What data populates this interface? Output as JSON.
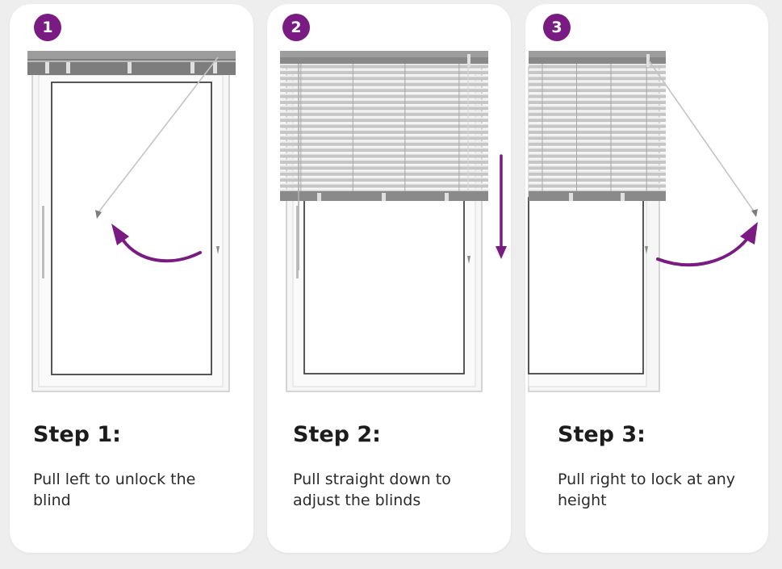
{
  "colors": {
    "accent": "#7a1a83",
    "rail": "#8e8e8e",
    "frame": "#f5f5f5",
    "frame_edge": "#c7c7c7"
  },
  "steps": [
    {
      "number": "1",
      "title": "Step 1:",
      "description": "Pull left to unlock the blind",
      "arrow_icon": "curved-arrow-left-icon"
    },
    {
      "number": "2",
      "title": "Step 2:",
      "description": "Pull straight down to adjust the blinds",
      "arrow_icon": "arrow-down-icon"
    },
    {
      "number": "3",
      "title": "Step 3:",
      "description": "Pull right to lock at any height",
      "arrow_icon": "curved-arrow-right-icon"
    }
  ]
}
